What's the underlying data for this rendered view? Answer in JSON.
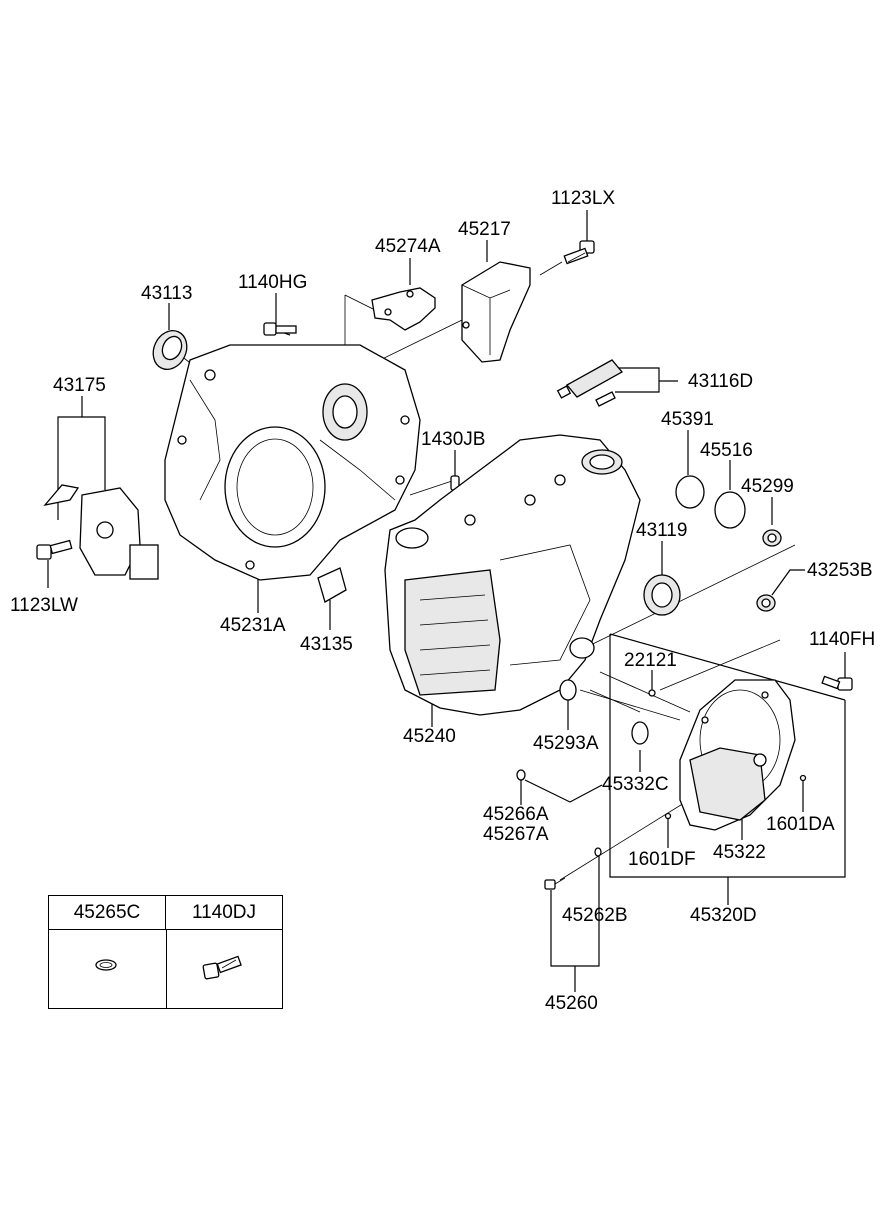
{
  "labels": {
    "p1123LX": "1123LX",
    "p45217": "45217",
    "p45274A": "45274A",
    "p1140HG": "1140HG",
    "p43113": "43113",
    "p43175": "43175",
    "p43116D": "43116D",
    "p45391": "45391",
    "p1430JB": "1430JB",
    "p45516": "45516",
    "p45299": "45299",
    "p43119": "43119",
    "p43253B": "43253B",
    "p1123LW": "1123LW",
    "p45231A": "45231A",
    "p43135": "43135",
    "p1140FH": "1140FH",
    "p22121": "22121",
    "p45240": "45240",
    "p45293A": "45293A",
    "p45332C": "45332C",
    "p45266A": "45266A",
    "p45267A": "45267A",
    "p1601DA": "1601DA",
    "p1601DF": "1601DF",
    "p45322": "45322",
    "p45262B": "45262B",
    "p45320D": "45320D",
    "p45260": "45260"
  },
  "legend": {
    "col1": "45265C",
    "col2": "1140DJ"
  }
}
